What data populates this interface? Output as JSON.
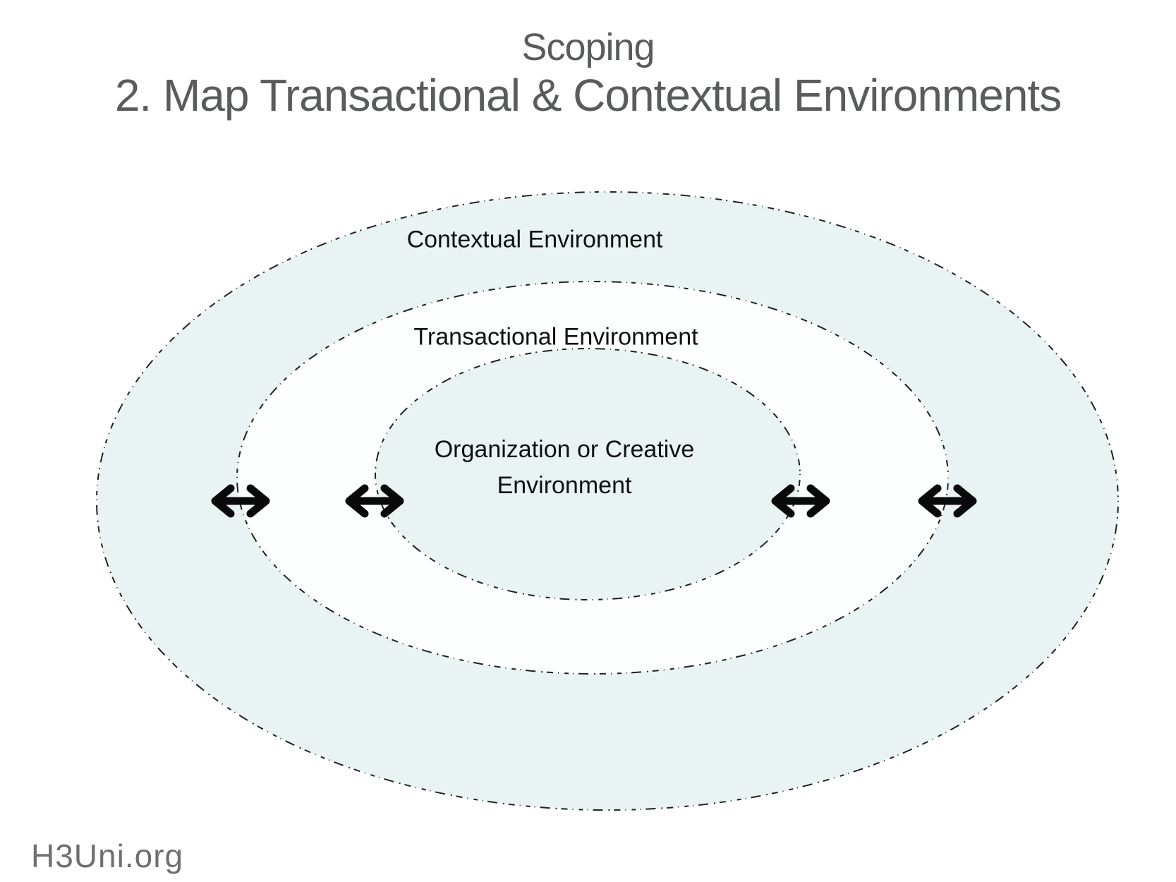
{
  "slide": {
    "kicker": "Scoping",
    "title": "2. Map Transactional & Contextual Environments",
    "logo": "H3Uni.org"
  },
  "diagram": {
    "type": "concentric-ellipses",
    "rings": [
      {
        "id": "contextual",
        "label": "Contextual Environment",
        "fill": "light-blue"
      },
      {
        "id": "transactional",
        "label": "Transactional Environment",
        "fill": "white"
      },
      {
        "id": "organization",
        "label": "Organization or Creative Environment",
        "label_lines": [
          "Organization or Creative",
          "Environment"
        ],
        "fill": "light-blue"
      }
    ],
    "arrows": [
      {
        "id": "outer-left",
        "meaning": "exchange across contextual/transactional boundary (left)"
      },
      {
        "id": "inner-left",
        "meaning": "exchange across transactional/organization boundary (left)"
      },
      {
        "id": "inner-right",
        "meaning": "exchange across transactional/organization boundary (right)"
      },
      {
        "id": "outer-right",
        "meaning": "exchange across contextual/transactional boundary (right)"
      }
    ]
  },
  "colors": {
    "ring-fill": "#e8f3f4",
    "ring-stroke": "#161616",
    "title-gray": "#5a5b5d",
    "logo-gray": "#6e6f71",
    "arrow-black": "#0a0a0a",
    "label-black": "#111111"
  }
}
